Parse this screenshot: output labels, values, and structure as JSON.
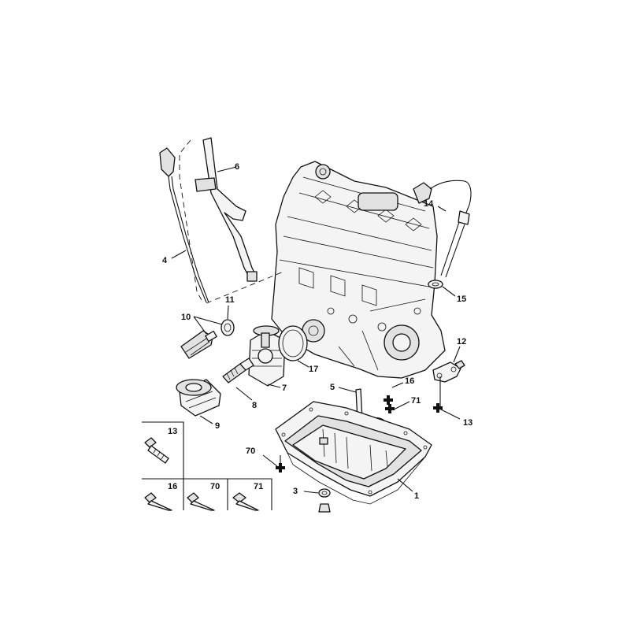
{
  "callouts": {
    "c1": "1",
    "c3": "3",
    "c4": "4",
    "c5": "5",
    "c6": "6",
    "c7": "7",
    "c8": "8",
    "c9": "9",
    "c10": "10",
    "c11": "11",
    "c12": "12",
    "c13": "13",
    "c14": "14",
    "c15": "15",
    "c16": "16",
    "c17": "17",
    "c70": "70",
    "c71": "71"
  },
  "fastener_table": {
    "cells": [
      {
        "label": "13"
      },
      {
        "label": "16"
      },
      {
        "label": "70"
      },
      {
        "label": "71"
      }
    ]
  },
  "colors": {
    "line": "#111111",
    "background": "#ffffff"
  }
}
